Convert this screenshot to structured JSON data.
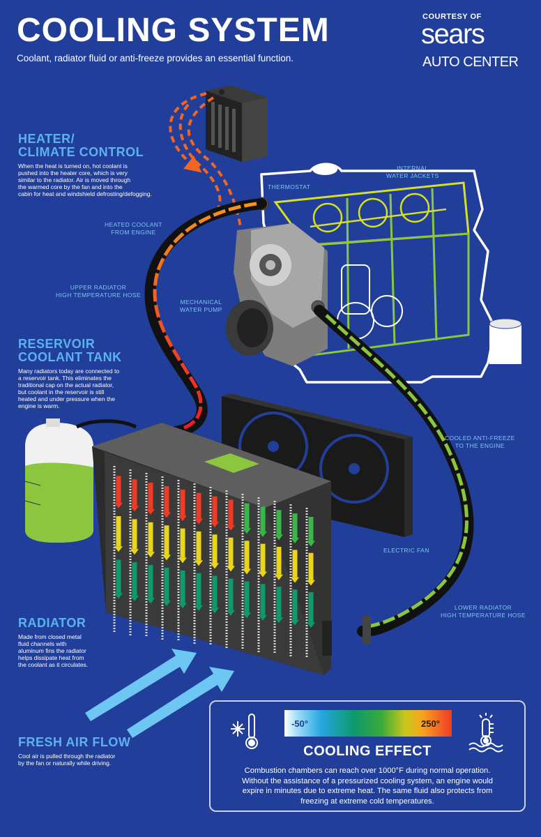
{
  "header": {
    "title": "COOLING SYSTEM",
    "subtitle": "Coolant, radiator fluid or anti-freeze provides an essential function.",
    "courtesy": "COURTESY OF",
    "brand": "sears",
    "brand_sub": "AUTO CENTER"
  },
  "sections": {
    "heater": {
      "title_line1": "HEATER/",
      "title_line2": "CLIMATE CONTROL",
      "body": [
        "When the heat is turned on, hot coolant is",
        "pushed into the heater core, which is very",
        "similar to the radiator. Air is moved through",
        "the warmed core by the fan and into the",
        "cabin for heat and windshield defrosting/defogging."
      ]
    },
    "reservoir": {
      "title_line1": "RESERVOIR",
      "title_line2": "COOLANT TANK",
      "body": [
        "Many radiators today are connected to",
        "a reservoir tank. This eliminates the",
        "traditional cap on the actual radiator,",
        "but coolant in the reservoir is still",
        "heated and under pressure when the",
        "engine is warm."
      ]
    },
    "radiator": {
      "title": "RADIATOR",
      "body": [
        "Made from closed metal",
        "fluid channels with",
        "aluminum fins the radiator",
        "helps dissipate heat from",
        "the coolant as it circulates."
      ]
    },
    "fresh_air": {
      "title": "FRESH AIR FLOW",
      "body": [
        "Cool air is pulled through the radiator",
        "by the fan or naturally while driving."
      ]
    }
  },
  "callouts": {
    "thermostat": "THERMOSTAT",
    "water_jackets": [
      "INTERNAL",
      "WATER JACKETS"
    ],
    "heated_coolant": [
      "HEATED COOLANT",
      "FROM ENGINE"
    ],
    "upper_hose": [
      "UPPER RADIATOR",
      "HIGH TEMPERATURE HOSE"
    ],
    "water_pump": [
      "MECHANICAL",
      "WATER PUMP"
    ],
    "cooled_antifreeze": [
      "COOLED ANTI-FREEZE",
      "TO THE ENGINE"
    ],
    "electric_fan": "ELECTRIC FAN",
    "lower_hose": [
      "LOWER RADIATOR",
      "HIGH TEMPERATURE HOSE"
    ]
  },
  "cooling_effect": {
    "scale_min": "-50°",
    "scale_max": "250°",
    "title": "COOLING EFFECT",
    "body": [
      "Combustion chambers can reach over 1000°F during normal operation.",
      "Without the assistance of a pressurized cooling system, an engine would",
      "expire in minutes due to extreme heat. The same fluid also protects from",
      "freezing at extreme cold temperatures."
    ]
  },
  "icons": [
    "snowflake-thermometer-icon",
    "hot-thermometer-icon"
  ],
  "colors": {
    "background": "#213f9a",
    "heading": "#5cb2ee",
    "callout": "#7fc6f0",
    "hot": "#ef3b24",
    "warm": "#f7a51d",
    "mid": "#e8d51e",
    "cool": "#39b54a",
    "cold": "#0f9a6a",
    "air": "#6ec6f2"
  }
}
